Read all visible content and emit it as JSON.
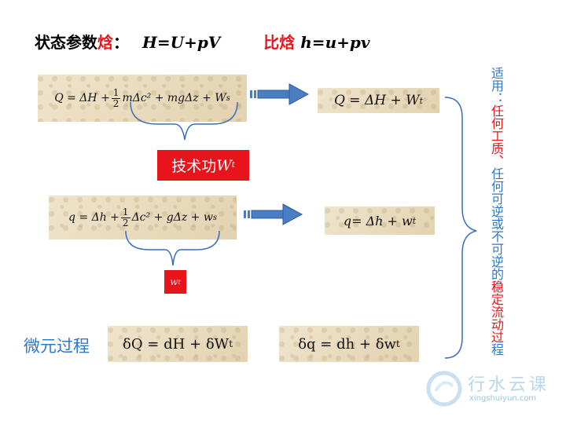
{
  "title": {
    "prefix": "状态参数",
    "highlight": "焓",
    "colon": "：",
    "eq1": "H=U+pV",
    "label2": "比焓",
    "eq2": "h=u+pv"
  },
  "equations": {
    "eq_total": {
      "lhs": "Q = ΔH +",
      "num": "1",
      "den": "2",
      "rhs": "mΔc² + mgΔz + W",
      "sub": "s"
    },
    "eq_total_result": {
      "text": "Q = ΔH + W",
      "sub": "t"
    },
    "eq_unit": {
      "lhs": "q = Δh +",
      "num": "1",
      "den": "2",
      "rhs": "Δc² + gΔz + w",
      "sub": "s"
    },
    "eq_unit_result": {
      "text": "q= Δh + w",
      "sub": "t"
    },
    "micro_label": "微元过程",
    "eq_micro_total": {
      "text": "δQ = dH + δW",
      "sub": "t"
    },
    "eq_micro_unit": {
      "text": "δq = dh + δw",
      "sub": "t"
    }
  },
  "boxes": {
    "tech_work": {
      "label": "技术功 ",
      "symbol": "W",
      "sub": "t"
    },
    "small_work": {
      "symbol": "w",
      "sub": "t"
    }
  },
  "side_note": {
    "prefix": "适用：",
    "red_part": "任何工质、",
    "text_part": "任何可逆或不可逆的",
    "red_part2": "稳定流动过",
    "tail": "程"
  },
  "watermark": {
    "brand": "行水云课",
    "url": "xingshuiyun.com"
  },
  "colors": {
    "accent_red": "#e8141b",
    "brace_blue": "#3a6cc0",
    "label_blue": "#2e78c8"
  }
}
